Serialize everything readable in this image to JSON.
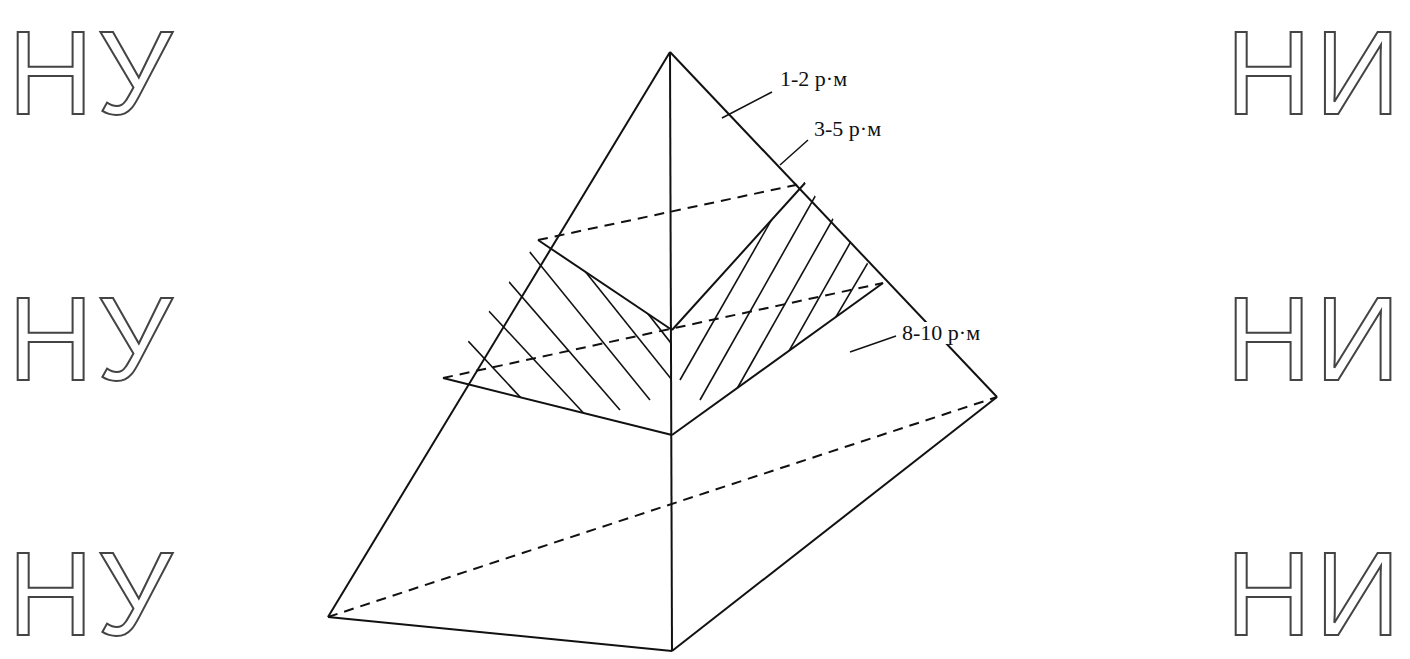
{
  "diagram": {
    "labels": [
      "1-2 р·м",
      "3-5 р·м",
      "8-10 р·м",
      "НУ",
      "НУ",
      "НУ",
      "НИ",
      "НИ",
      "НИ"
    ]
  }
}
